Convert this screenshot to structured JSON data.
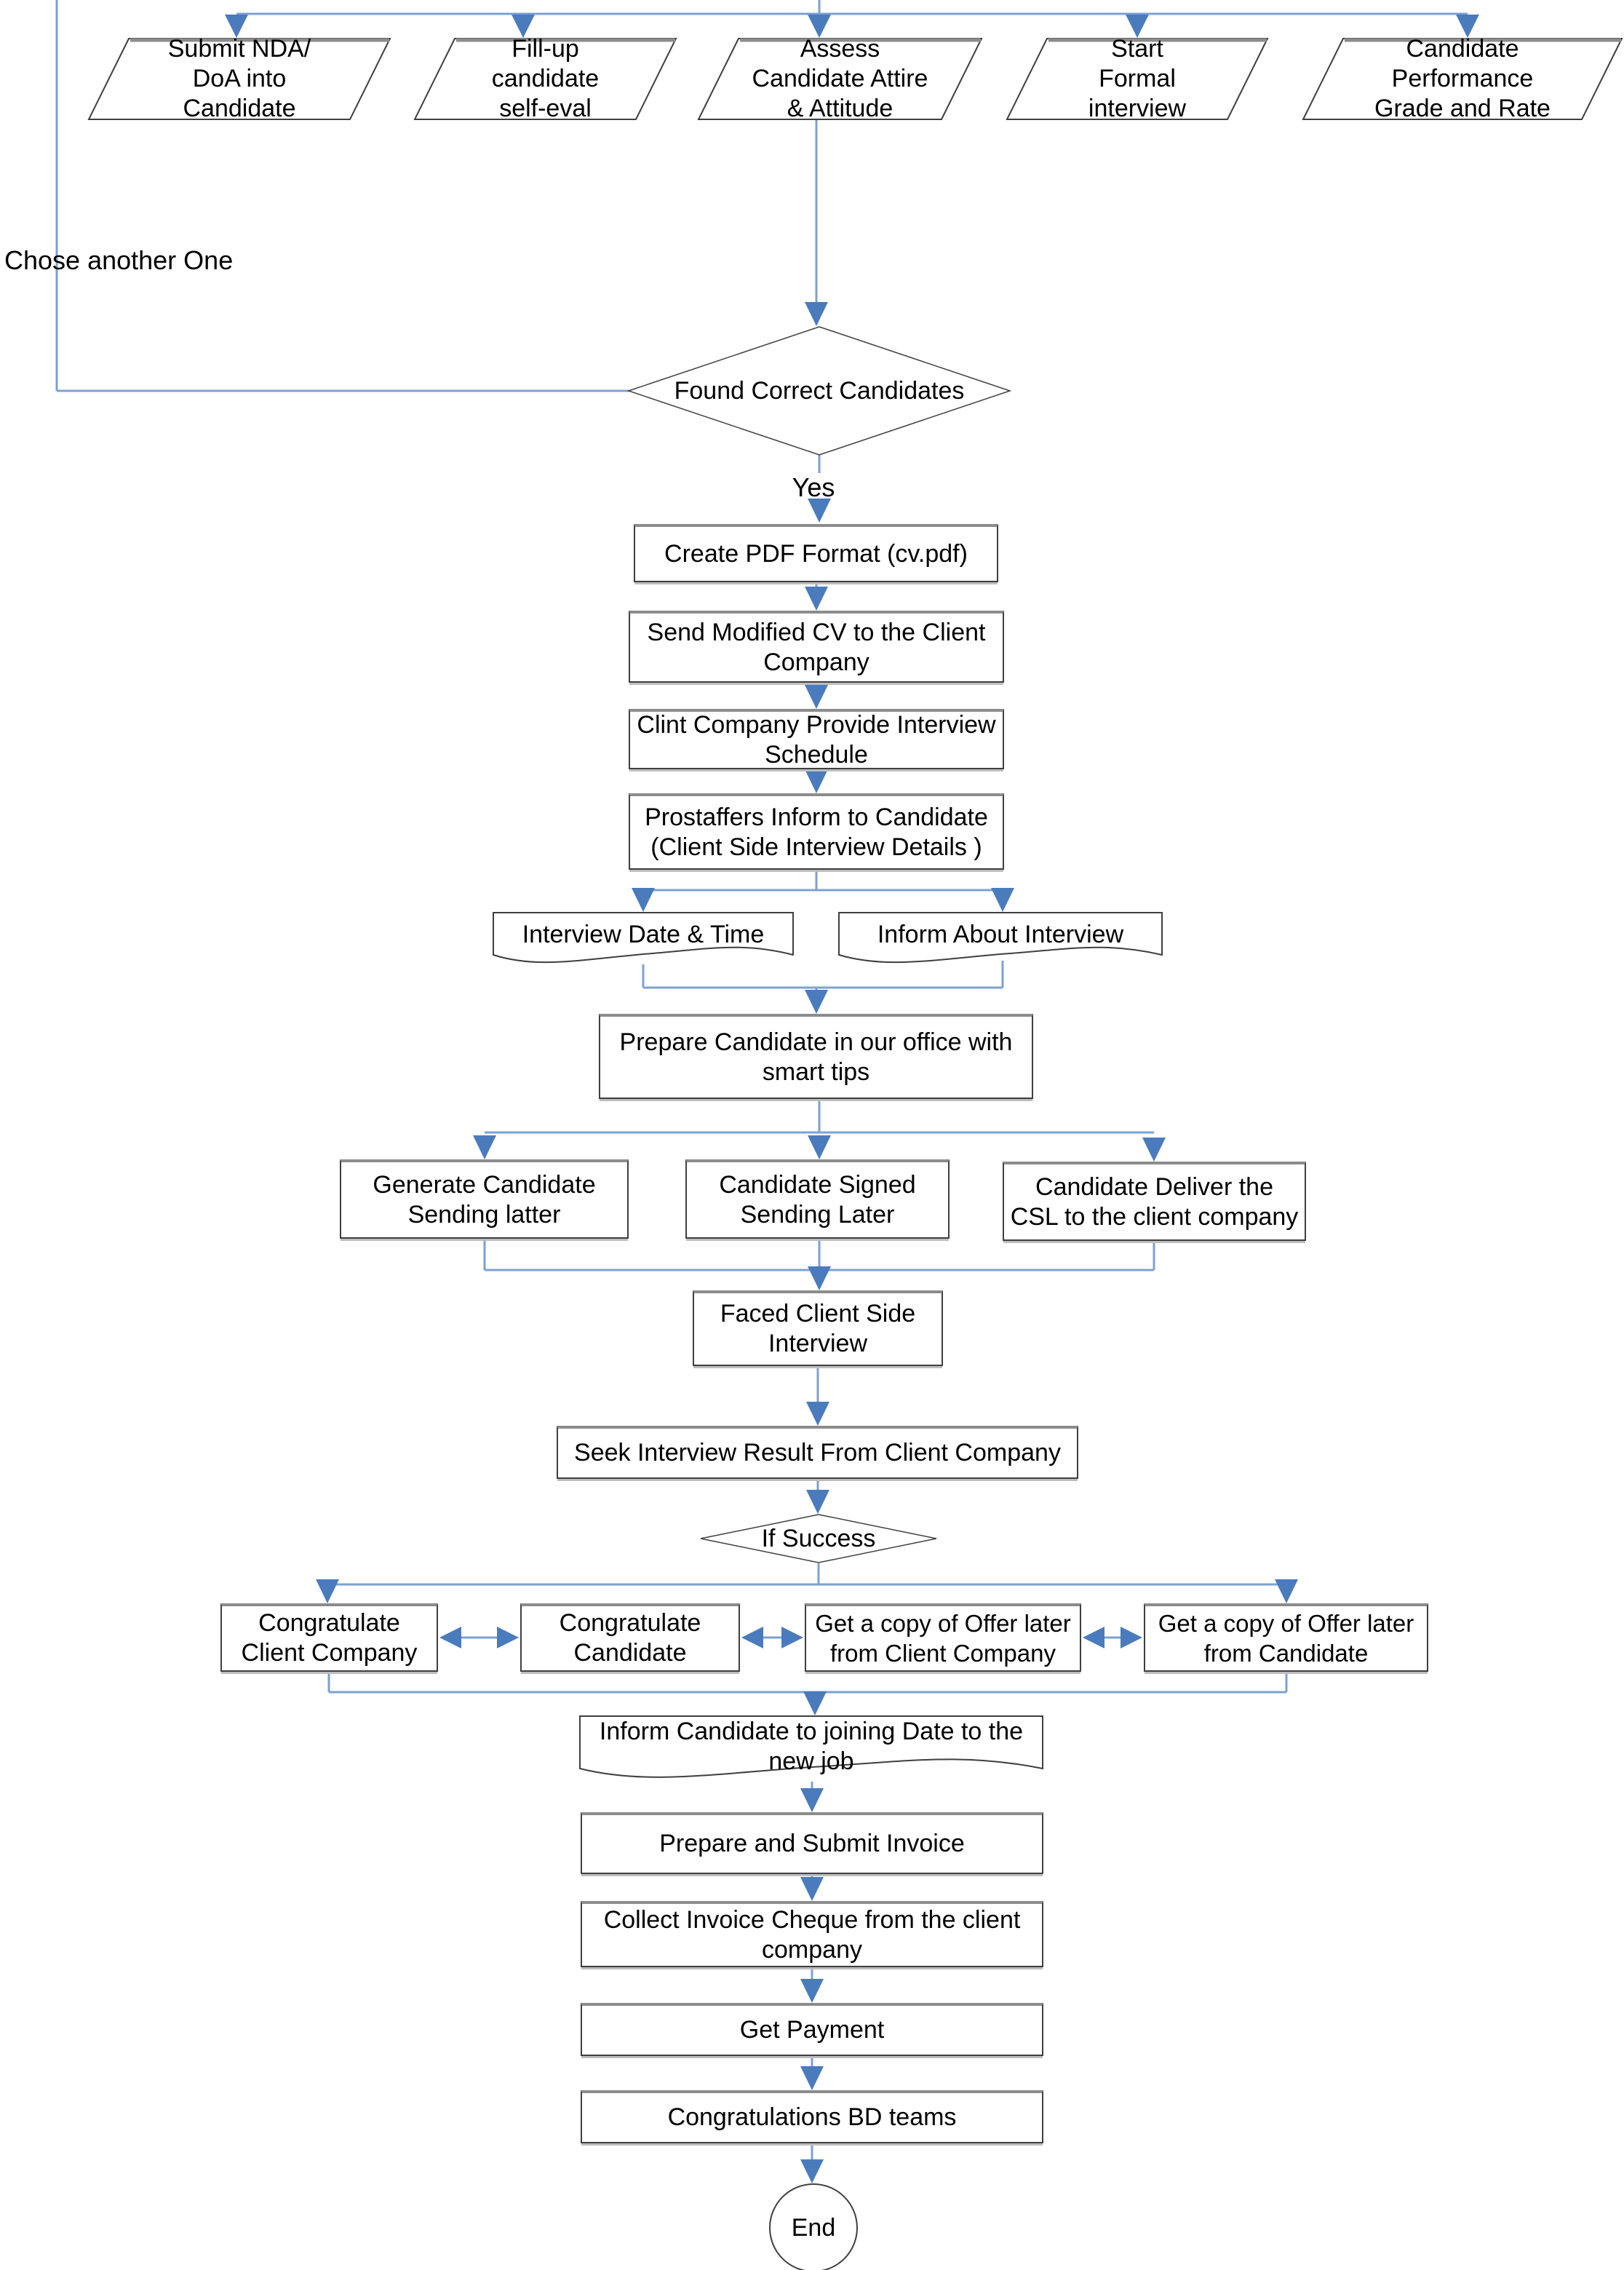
{
  "diagram": {
    "colors": {
      "connector_line": "#7da0d2",
      "arrowhead": "#4a7bbc",
      "shape_border": "#3f3f3f",
      "shape_top_edge": "#8c8c8c"
    },
    "labels": {
      "chose_another_one": "Chose another One",
      "yes": "Yes"
    },
    "nodes": {
      "submit_nda": {
        "type": "parallelogram",
        "label": "Submit NDA/\nDoA into\nCandidate"
      },
      "fill_up": {
        "type": "parallelogram",
        "label": "Fill-up\ncandidate\nself-eval"
      },
      "assess": {
        "type": "parallelogram",
        "label": "Assess\nCandidate Attire\n& Attitude"
      },
      "start_formal": {
        "type": "parallelogram",
        "label": "Start\nFormal\ninterview"
      },
      "performance": {
        "type": "parallelogram",
        "label": "Candidate\nPerformance\nGrade and Rate"
      },
      "found_correct": {
        "type": "decision",
        "label": "Found Correct Candidates"
      },
      "create_pdf": {
        "type": "process",
        "label": "Create PDF Format (cv.pdf)"
      },
      "send_cv": {
        "type": "process",
        "label": "Send Modified CV to the Client\nCompany"
      },
      "clint_schedule": {
        "type": "process",
        "label": "Clint Company Provide Interview\nSchedule"
      },
      "prostaffers_inform": {
        "type": "process",
        "label": "Prostaffers Inform to Candidate\n(Client Side Interview Details )"
      },
      "interview_date_time": {
        "type": "document",
        "label": "Interview Date & Time"
      },
      "inform_about_interview": {
        "type": "document",
        "label": "Inform About Interview"
      },
      "prepare_candidate": {
        "type": "process",
        "label": "Prepare Candidate in our office with\nsmart tips"
      },
      "generate_csl": {
        "type": "process",
        "label": "Generate Candidate\nSending latter"
      },
      "signed_csl": {
        "type": "process",
        "label": "Candidate Signed\nSending Later"
      },
      "deliver_csl": {
        "type": "process",
        "label": "Candidate Deliver the\nCSL to the client company"
      },
      "faced_interview": {
        "type": "process",
        "label": "Faced Client Side\nInterview"
      },
      "seek_result": {
        "type": "process",
        "label": "Seek Interview Result From Client Company"
      },
      "if_success": {
        "type": "decision",
        "label": "If Success"
      },
      "congratulate_client": {
        "type": "process",
        "label": "Congratulate\nClient Company"
      },
      "congratulate_candidate": {
        "type": "process",
        "label": "Congratulate\nCandidate"
      },
      "offer_from_client": {
        "type": "process",
        "label": "Get a copy of Offer later\nfrom Client Company"
      },
      "offer_from_candidate": {
        "type": "process",
        "label": "Get a copy of Offer later\nfrom Candidate"
      },
      "inform_joining": {
        "type": "document",
        "label": "Inform Candidate to joining Date to the\nnew job"
      },
      "prepare_invoice": {
        "type": "process",
        "label": "Prepare and Submit Invoice"
      },
      "collect_cheque": {
        "type": "process",
        "label": "Collect Invoice Cheque from the client\ncompany"
      },
      "get_payment": {
        "type": "process",
        "label": "Get Payment"
      },
      "congrats_bd": {
        "type": "process",
        "label": "Congratulations BD teams"
      },
      "end": {
        "type": "terminator",
        "label": "End"
      }
    }
  }
}
